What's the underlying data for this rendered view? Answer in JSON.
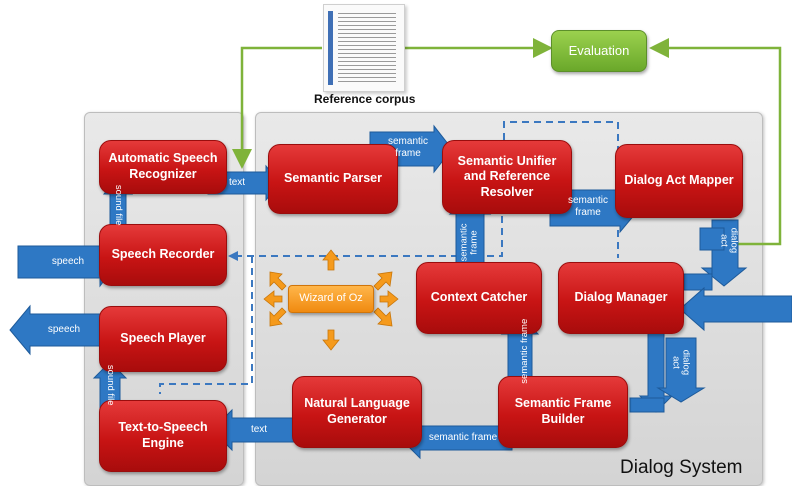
{
  "diagram": {
    "reference_corpus": "Reference corpus",
    "evaluation": "Evaluation",
    "title": "Dialog System",
    "modules": {
      "asr": "Automatic Speech Recognizer",
      "speech_recorder": "Speech Recorder",
      "speech_player": "Speech Player",
      "tts": "Text-to-Speech Engine",
      "semantic_parser": "Semantic Parser",
      "unifier": "Semantic Unifier and Reference Resolver",
      "dialog_act_mapper": "Dialog Act Mapper",
      "context_catcher": "Context Catcher",
      "dialog_manager": "Dialog Manager",
      "frame_builder": "Semantic Frame Builder",
      "nlg": "Natural Language Generator",
      "wizard": "Wizard of Oz"
    },
    "arrow_labels": {
      "speech_in": "speech",
      "speech_out": "speech",
      "text_asr": "text",
      "text_tts": "text",
      "sound_file_top": "sound file",
      "sound_file_bottom": "sound file",
      "semantic_frame_1": "semantic frame",
      "semantic_frame_2": "semantic frame",
      "semantic_frame_3": "semantic frame",
      "semantic_frame_4": "semantic frame",
      "semantic_frame_5": "semantic frame",
      "dialog_act_1": "dialog act",
      "dialog_act_2": "dialog act"
    },
    "colors": {
      "module": "#c81414",
      "arrow": "#2e78c4",
      "feedback": "#7fb33a",
      "evaluation": "#7fbf3a",
      "wizard": "#f59a1c",
      "panel": "#dcdcdc"
    }
  }
}
